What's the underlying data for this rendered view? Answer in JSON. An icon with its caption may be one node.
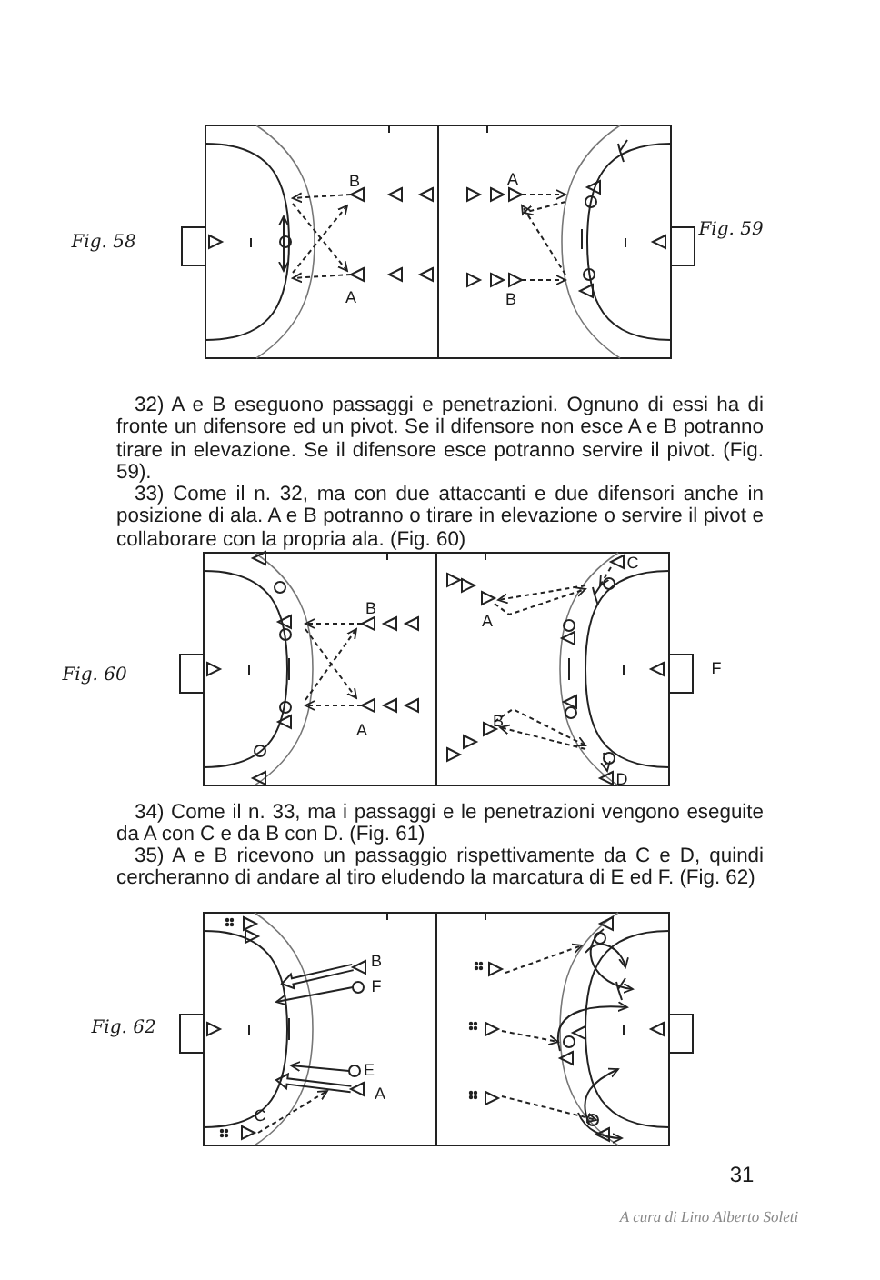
{
  "diagram": {
    "labels": [
      "Fig. 58",
      "B",
      "A",
      "A",
      "B",
      "Fig. 59",
      "32) A e B eseguono passaggi e penetrazioni. Ognuno di essi ha di fronte un difensore ed un pivot. Se il difensore non esce A e B potranno tirare in elevazione. Se il difensore esce potranno servire il pivot. (Fig. 59).",
      "33) Come il n. 32, ma con due attaccanti e due difensori anche in posizione di ala. A e B potranno o tirare in elevazione o servire il pivot e collaborare con la propria ala. (Fig. 60)",
      "Fig. 60",
      "B",
      "A",
      "C",
      "A",
      "F",
      "B",
      "D",
      "34) Come il n. 33, ma i passaggi e le penetrazioni vengono eseguite da A con C e da B con D. (Fig. 61)",
      "35) A e B ricevono un passaggio rispettivamente da C e D, quindi cercheranno di andare al tiro eludendo la marcatura di E ed F. (Fig. 62)",
      "Fig. 62",
      "B",
      "F",
      "E",
      "A",
      "C",
      "31",
      "A cura di Lino Alberto Soleti"
    ]
  }
}
